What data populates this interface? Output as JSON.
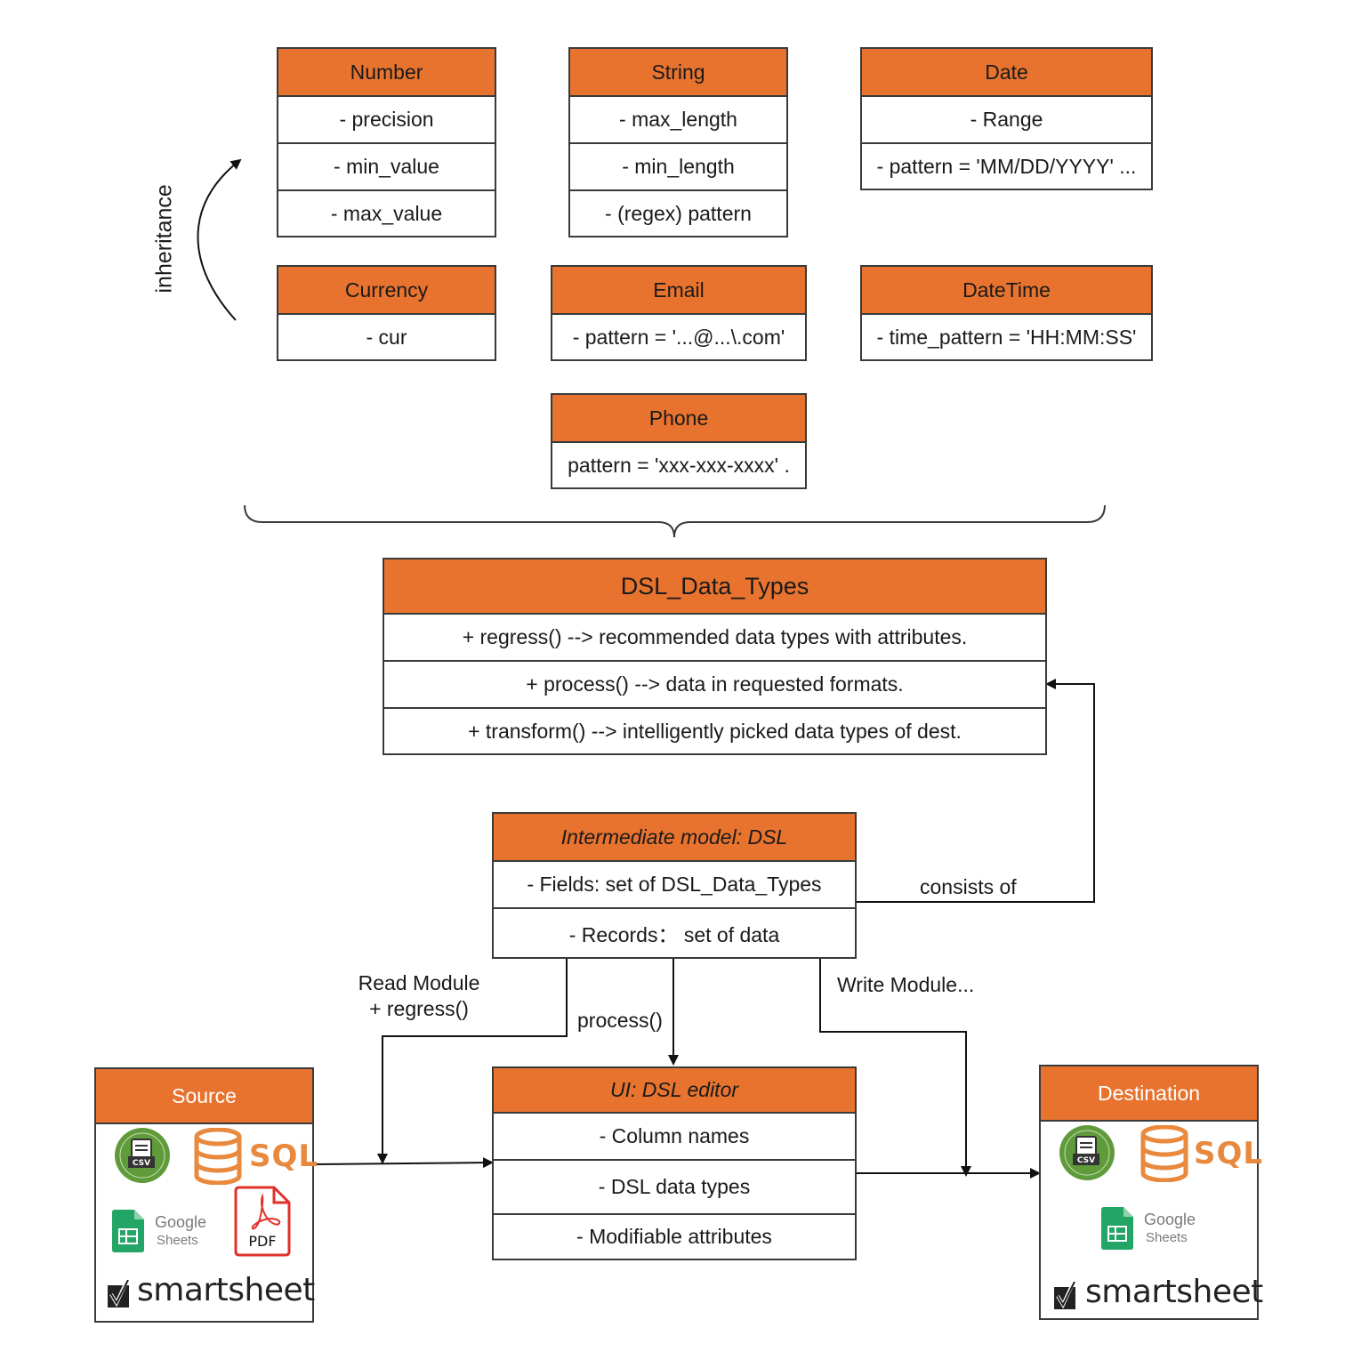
{
  "classes": {
    "number": {
      "title": "Number",
      "attrs": [
        "- precision",
        "- min_value",
        "- max_value"
      ]
    },
    "string": {
      "title": "String",
      "attrs": [
        "- max_length",
        "- min_length",
        "- (regex) pattern"
      ]
    },
    "date": {
      "title": "Date",
      "attrs": [
        "- Range",
        "- pattern = 'MM/DD/YYYY' ..."
      ]
    },
    "currency": {
      "title": "Currency",
      "attrs": [
        "- cur"
      ]
    },
    "email": {
      "title": "Email",
      "attrs": [
        "- pattern = '...@...\\.com'"
      ]
    },
    "datetime": {
      "title": "DateTime",
      "attrs": [
        "- time_pattern = 'HH:MM:SS'"
      ]
    },
    "phone": {
      "title": "Phone",
      "attrs": [
        "pattern = 'xxx-xxx-xxxx' ."
      ]
    },
    "dsl_data_types": {
      "title": "DSL_Data_Types",
      "attrs": [
        "+ regress() --> recommended data types with attributes.",
        "+ process() --> data in requested formats.",
        "+ transform() --> intelligently picked data types of dest."
      ]
    },
    "intermediate": {
      "title": "Intermediate model: DSL",
      "attrs": [
        "- Fields: set of DSL_Data_Types",
        "- Records： set of data"
      ]
    },
    "ui_editor": {
      "title": "UI:  DSL editor",
      "attrs": [
        "- Column names",
        "- DSL data types",
        "- Modifiable attributes"
      ]
    }
  },
  "labels": {
    "inheritance": "inheritance",
    "consists_of": "consists of",
    "read_module": "Read Module",
    "regress": "+ regress()",
    "process": "process()",
    "write_module": "Write Module..."
  },
  "source": {
    "title": "Source",
    "logos": {
      "csv": "CSV",
      "sql": "SQL",
      "google": "Google",
      "sheets": "Sheets",
      "pdf": "PDF",
      "smartsheet": "smartsheet"
    }
  },
  "destination": {
    "title": "Destination",
    "logos": {
      "csv": "CSV",
      "sql": "SQL",
      "google": "Google",
      "sheets": "Sheets",
      "smartsheet": "smartsheet"
    }
  },
  "colors": {
    "header": "#e8732f",
    "border": "#3a3a3a",
    "csv_green": "#5f9b3b",
    "sql_orange": "#e8893e",
    "sheets_green": "#23a566",
    "pdf_red": "#e0312a"
  },
  "icons": [
    "arrow-icon",
    "brace-icon",
    "csv-icon",
    "database-icon",
    "google-sheets-icon",
    "pdf-icon",
    "smartsheet-check-icon"
  ]
}
